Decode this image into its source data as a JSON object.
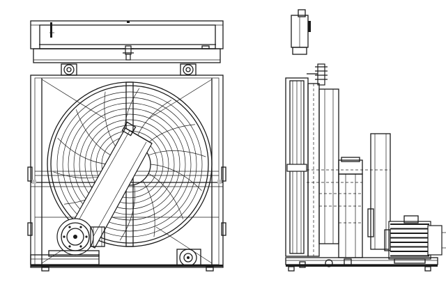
{
  "drawing": {
    "views": [
      {
        "id": "front",
        "label": ""
      },
      {
        "id": "side",
        "label": ""
      }
    ],
    "components": [
      "radiator-core",
      "cooling-fan",
      "fan-shroud",
      "fan-drive-belt-guard",
      "drive-pulley",
      "electric-motor",
      "fill-neck",
      "top-tank",
      "skid-base"
    ],
    "fan_blade_count": 14,
    "ink_color": "#1a1a1a",
    "background_color": "#ffffff"
  }
}
